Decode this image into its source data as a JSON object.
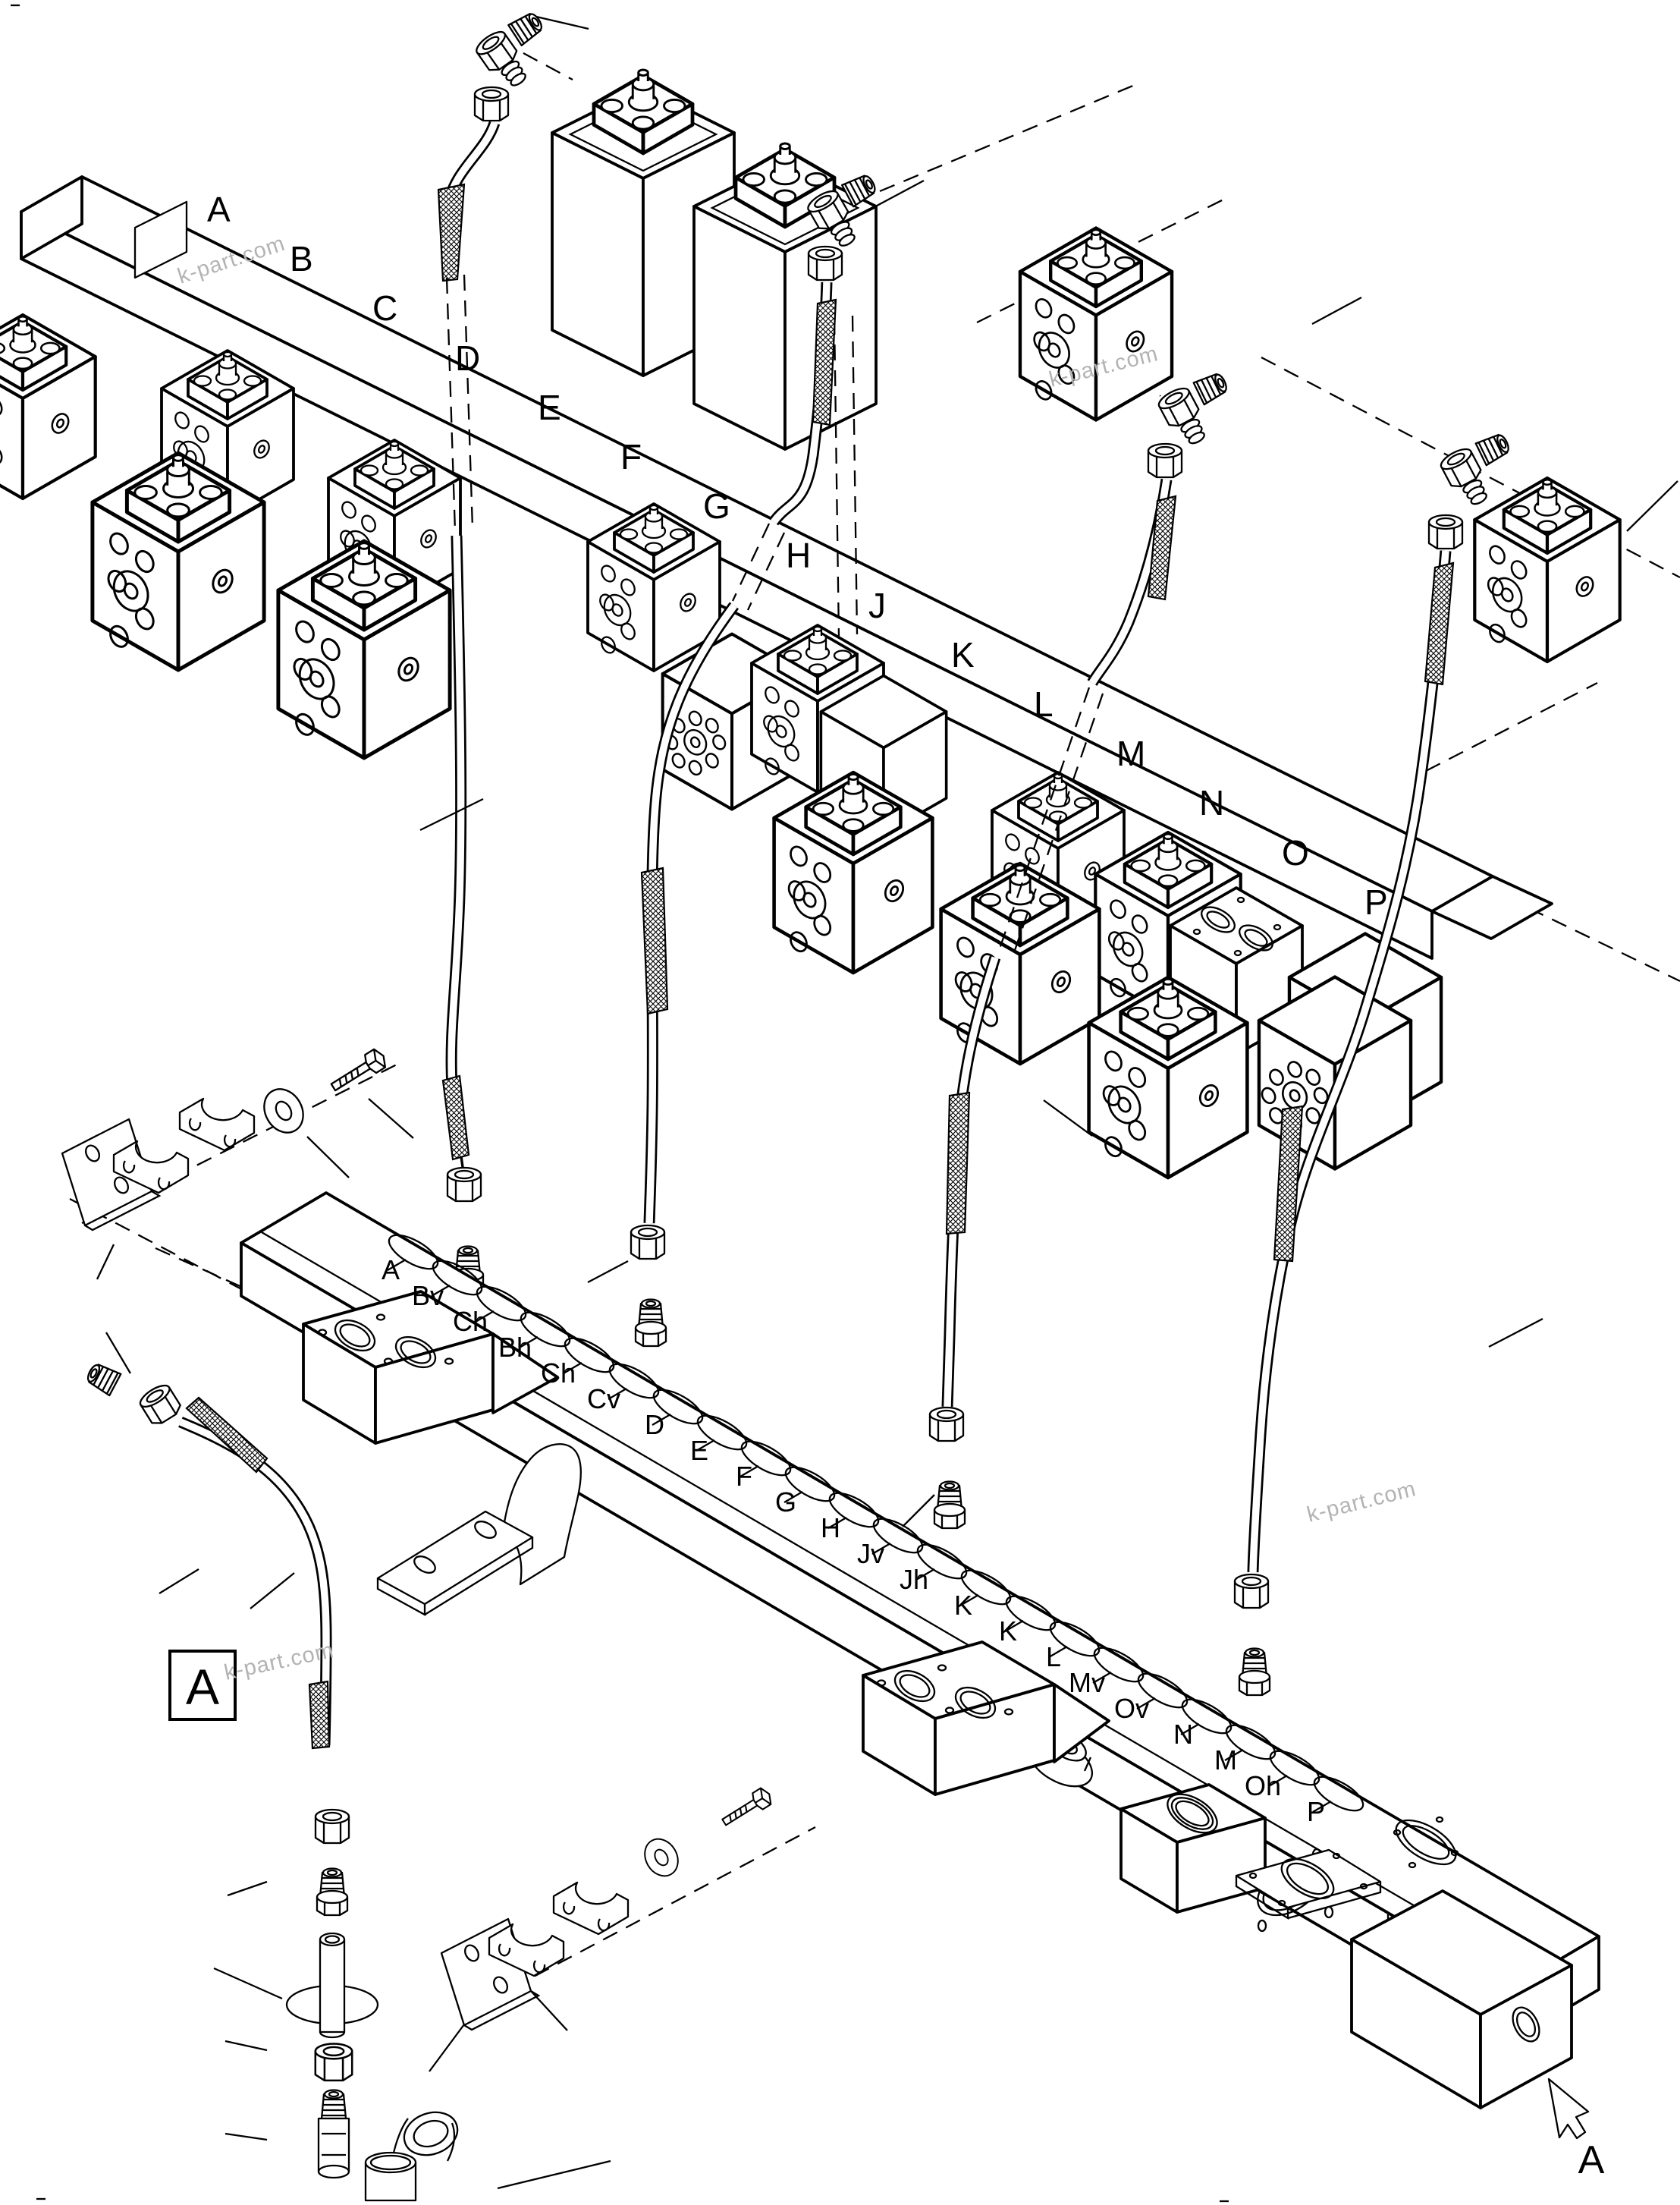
{
  "canvas": {
    "background": "#ffffff",
    "line_color": "#000000",
    "watermark_color": "#b3b3b3"
  },
  "upper_bar": {
    "labels": [
      "A",
      "B",
      "C",
      "D",
      "E",
      "F",
      "G",
      "H",
      "J",
      "K",
      "L",
      "M",
      "N",
      "O",
      "P"
    ]
  },
  "lower_manifold": {
    "port_labels": [
      "A",
      "Bv",
      "Ch",
      "Bh",
      "Ch",
      "Cv",
      "D",
      "E",
      "F",
      "G",
      "H",
      "Jv",
      "Jh",
      "K",
      "K",
      "L",
      "Mv",
      "Ov",
      "N",
      "M",
      "Oh",
      "P"
    ]
  },
  "detail_marker": {
    "box_label": "A"
  },
  "direction_arrow": {
    "label": "A"
  },
  "watermarks": [
    "k-part.com",
    "k-part.com",
    "k-part.com",
    "k-part.com"
  ]
}
